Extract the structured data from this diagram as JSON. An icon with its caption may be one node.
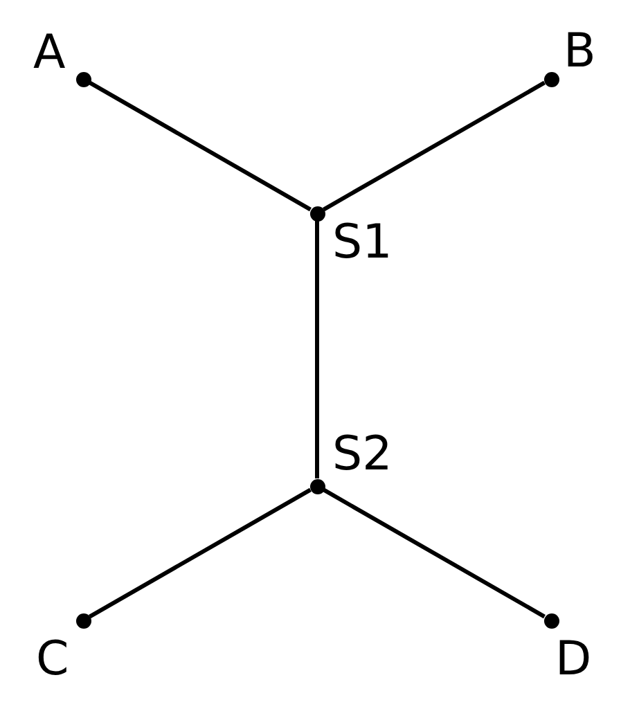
{
  "diagram": {
    "nodes": [
      {
        "text": [
          "A"
        ]
      },
      {
        "text": [
          "B"
        ]
      },
      {
        "text": [
          "S1"
        ]
      },
      {
        "text": [
          "S2"
        ]
      },
      {
        "text": [
          "C"
        ]
      },
      {
        "text": [
          "D"
        ]
      }
    ],
    "edges": [
      {
        "from": 0,
        "to": 2,
        "arrow": "none"
      },
      {
        "from": 1,
        "to": 2,
        "arrow": "none"
      },
      {
        "from": 2,
        "to": 3,
        "arrow": "none"
      },
      {
        "from": 3,
        "to": 4,
        "arrow": "none"
      },
      {
        "from": 3,
        "to": 5,
        "arrow": "none"
      }
    ]
  }
}
